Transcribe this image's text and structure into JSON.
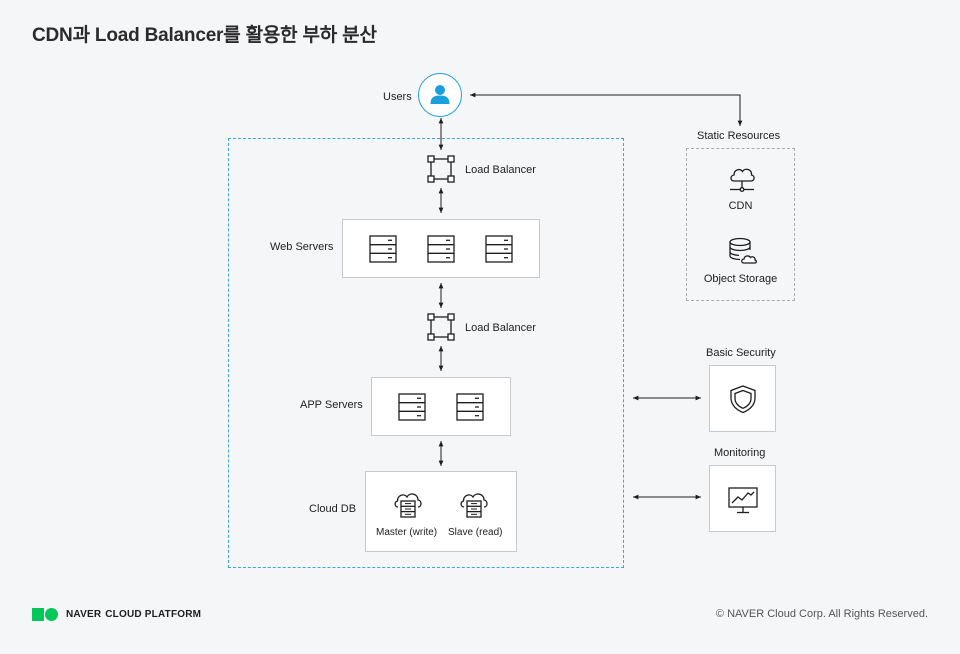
{
  "title": "CDN과 Load Balancer를 활용한 부하 분산",
  "nodes": {
    "users": "Users",
    "load_balancer_top": "Load Balancer",
    "web_servers": "Web Servers",
    "load_balancer_mid": "Load Balancer",
    "app_servers": "APP Servers",
    "cloud_db": "Cloud DB",
    "db_master": "Master (write)",
    "db_slave": "Slave (read)",
    "static_resources": "Static Resources",
    "cdn": "CDN",
    "object_storage": "Object Storage",
    "basic_security": "Basic Security",
    "monitoring": "Monitoring"
  },
  "footer": {
    "brand_bold": "NAVER",
    "brand_rest": "CLOUD PLATFORM",
    "copyright": "© NAVER Cloud Corp. All Rights Reserved."
  },
  "colors": {
    "accent": "#1aa0de",
    "frame": "#3aa7d6",
    "brand_green": "#03c75a"
  },
  "icons": [
    "user-icon",
    "load-balancer-icon",
    "server-icon",
    "db-cloud-icon",
    "cloud-network-icon",
    "storage-icon",
    "shield-icon",
    "monitor-icon"
  ]
}
